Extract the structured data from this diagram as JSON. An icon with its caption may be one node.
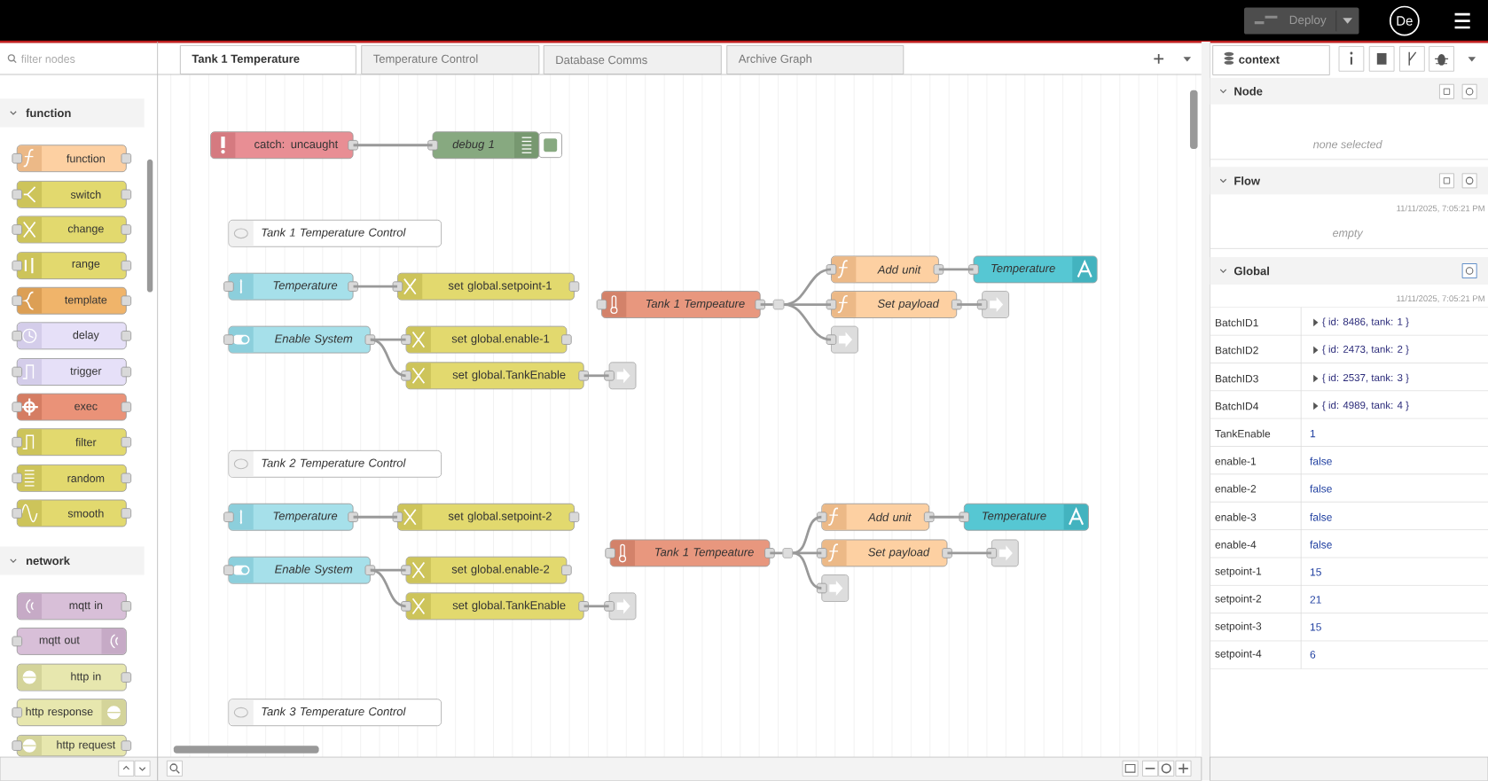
{
  "diagram": {
    "nodes": [
      {
        "text": [
          "catch: uncaught"
        ]
      },
      {
        "text": [
          "debug 1"
        ]
      },
      {
        "text": [
          "Tank 1 Temperature Control"
        ]
      },
      {
        "text": [
          "Temperature"
        ]
      },
      {
        "text": [
          "set global.setpoint-1"
        ]
      },
      {
        "text": [
          "Enable System"
        ]
      },
      {
        "text": [
          "set global.enable-1"
        ]
      },
      {
        "text": [
          "set global.TankEnable"
        ]
      },
      {
        "text": [],
        "shape": "box"
      },
      {
        "text": [
          "Tank 1 Tempeature"
        ]
      },
      {
        "text": [],
        "shape": "box"
      },
      {
        "text": [
          "Add unit"
        ]
      },
      {
        "text": [
          "Set payload"
        ]
      },
      {
        "text": [],
        "shape": "box"
      },
      {
        "text": [
          "Temperature"
        ]
      },
      {
        "text": [],
        "shape": "box"
      },
      {
        "text": [
          "Tank 2 Temperature Control"
        ]
      },
      {
        "text": [
          "Temperature"
        ]
      },
      {
        "text": [
          "set global.setpoint-2"
        ]
      },
      {
        "text": [
          "Enable System"
        ]
      },
      {
        "text": [
          "set global.enable-2"
        ]
      },
      {
        "text": [
          "set global.TankEnable"
        ]
      },
      {
        "text": [],
        "shape": "box"
      },
      {
        "text": [
          "Tank 1 Tempeature"
        ]
      },
      {
        "text": [],
        "shape": "box"
      },
      {
        "text": [
          "Add unit"
        ]
      },
      {
        "text": [
          "Set payload"
        ]
      },
      {
        "text": [],
        "shape": "box"
      },
      {
        "text": [
          "Temperature"
        ]
      },
      {
        "text": [],
        "shape": "box"
      },
      {
        "text": [
          "Tank 3 Temperature Control"
        ]
      },
      {
        "text": [
          "function"
        ]
      },
      {
        "text": [
          "switch"
        ]
      },
      {
        "text": [
          "change"
        ]
      },
      {
        "text": [
          "range"
        ]
      },
      {
        "text": [
          "template"
        ]
      },
      {
        "text": [
          "delay"
        ]
      },
      {
        "text": [
          "trigger"
        ]
      },
      {
        "text": [
          "exec"
        ]
      },
      {
        "text": [
          "filter"
        ]
      },
      {
        "text": [
          "random"
        ]
      },
      {
        "text": [
          "smooth"
        ]
      },
      {
        "text": [
          "mqtt in"
        ]
      },
      {
        "text": [
          "mqtt out"
        ]
      },
      {
        "text": [
          "http in"
        ]
      },
      {
        "text": [
          "http response"
        ]
      },
      {
        "text": [
          "http request"
        ]
      }
    ],
    "edges": [
      {
        "from": 0,
        "to": 1,
        "arrow": "none"
      },
      {
        "from": 3,
        "to": 4,
        "arrow": "none"
      },
      {
        "from": 5,
        "to": 6,
        "arrow": "none"
      },
      {
        "from": 5,
        "to": 7,
        "arrow": "none"
      },
      {
        "from": 7,
        "to": 8,
        "arrow": "none"
      },
      {
        "from": 9,
        "to": 10,
        "arrow": "none"
      },
      {
        "from": 10,
        "to": 11,
        "arrow": "none"
      },
      {
        "from": 10,
        "to": 12,
        "arrow": "none"
      },
      {
        "from": 10,
        "to": 13,
        "arrow": "none"
      },
      {
        "from": 11,
        "to": 14,
        "arrow": "none"
      },
      {
        "from": 12,
        "to": 15,
        "arrow": "none"
      },
      {
        "from": 17,
        "to": 18,
        "arrow": "none"
      },
      {
        "from": 19,
        "to": 20,
        "arrow": "none"
      },
      {
        "from": 19,
        "to": 21,
        "arrow": "none"
      },
      {
        "from": 21,
        "to": 22,
        "arrow": "none"
      },
      {
        "from": 23,
        "to": 24,
        "arrow": "none"
      },
      {
        "from": 24,
        "to": 25,
        "arrow": "none"
      },
      {
        "from": 24,
        "to": 26,
        "arrow": "none"
      },
      {
        "from": 24,
        "to": 27,
        "arrow": "none"
      },
      {
        "from": 25,
        "to": 28,
        "arrow": "none"
      },
      {
        "from": 26,
        "to": 29,
        "arrow": "none"
      }
    ],
    "labels": [
      "Deploy",
      "De",
      "filter nodes",
      "function",
      "network",
      "Tank 1 Temperature",
      "Temperature Control",
      "Database Comms",
      "Archive Graph",
      "context",
      "Node",
      "none selected",
      "Flow",
      "11/11/2025, 7:05:21 PM",
      "empty",
      "Global",
      "11/11/2025, 7:05:21 PM",
      "BatchID1",
      "{ id: 8486, tank: 1 }",
      "BatchID2",
      "{ id: 2473, tank: 2 }",
      "BatchID3",
      "{ id: 2537, tank: 3 }",
      "BatchID4",
      "{ id: 4989, tank: 4 }",
      "TankEnable",
      "1",
      "enable-1",
      "false",
      "enable-2",
      "false",
      "enable-3",
      "false",
      "enable-4",
      "false",
      "setpoint-1",
      "15",
      "setpoint-2",
      "21",
      "setpoint-3",
      "15",
      "setpoint-4",
      "6"
    ]
  }
}
